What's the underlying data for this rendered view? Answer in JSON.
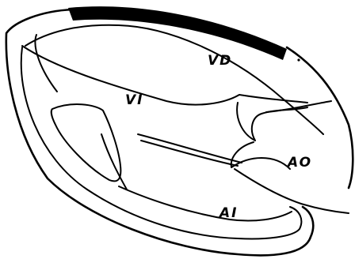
{
  "labels": {
    "vd": "VD",
    "vi": "VI",
    "ao": "AO",
    "ai": "AI"
  },
  "colors": {
    "ink": "#000000",
    "background": "#ffffff"
  }
}
